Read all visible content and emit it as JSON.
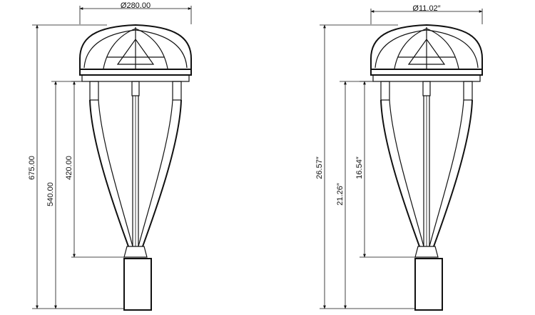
{
  "metric": {
    "diameter": "Ø280.00",
    "total_height": "675.00",
    "pole_height": "540.00",
    "arm_height": "420.00"
  },
  "imperial": {
    "diameter": "Ø11.02″",
    "total_height": "26.57″",
    "pole_height": "21.26″",
    "arm_height": "16.54″"
  }
}
